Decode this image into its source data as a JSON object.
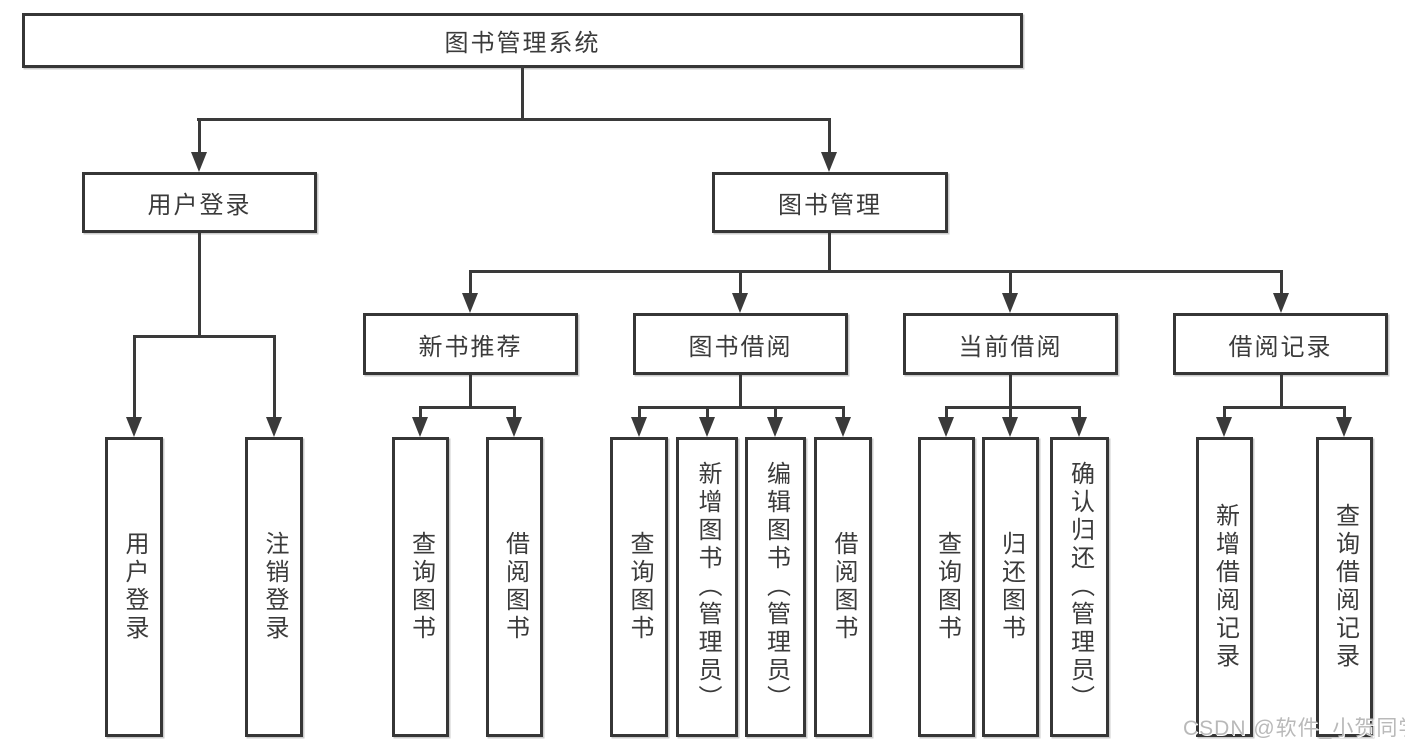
{
  "diagram": {
    "root": "图书管理系统",
    "branches": [
      {
        "label": "用户登录",
        "children": [
          "用户登录",
          "注销登录"
        ]
      },
      {
        "label": "图书管理",
        "sections": [
          {
            "label": "新书推荐",
            "children": [
              "查询图书",
              "借阅图书"
            ]
          },
          {
            "label": "图书借阅",
            "children": [
              "查询图书",
              "新增图书（管理员）",
              "编辑图书（管理员）",
              "借阅图书"
            ]
          },
          {
            "label": "当前借阅",
            "children": [
              "查询图书",
              "归还图书",
              "确认归还（管理员）"
            ]
          },
          {
            "label": "借阅记录",
            "children": [
              "新增借阅记录",
              "查询借阅记录"
            ]
          }
        ]
      }
    ]
  },
  "watermark": "CSDN @软件_小贺同学",
  "colors": {
    "line": "#3a3a3a",
    "border": "#363636",
    "text": "#3b3b3b",
    "watermark": "#b9b9b9",
    "background": "#ffffff"
  }
}
